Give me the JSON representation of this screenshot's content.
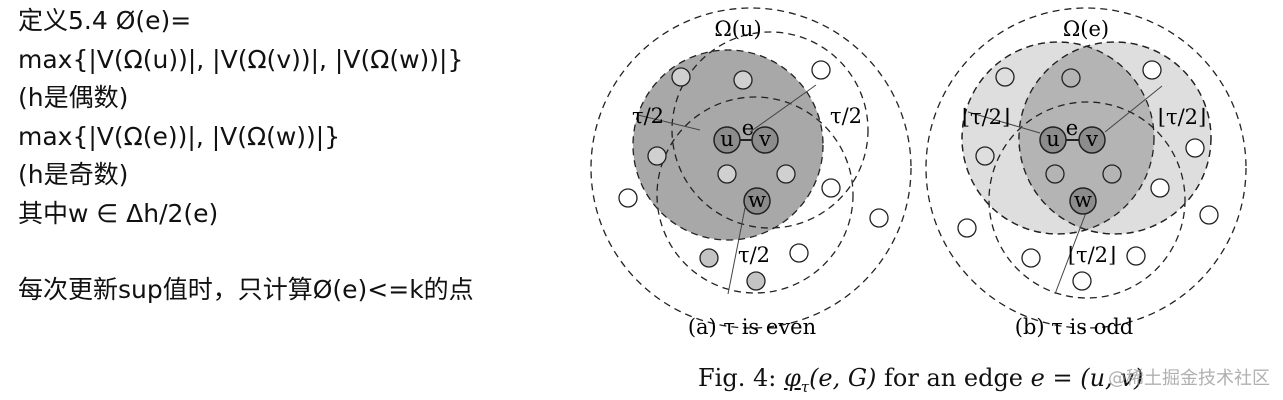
{
  "left_text": {
    "line1": "定义5.4 Ø(e)=",
    "line2": "max{|V(Ω(u))|, |V(Ω(v))|, |V(Ω(w))|}",
    "line3": "(h是偶数)",
    "line4": "max{|V(Ω(e))|, |V(Ω(w))|}",
    "line5": "(h是奇数)",
    "line6": "其中w ∈ Δh/2(e)",
    "line7": "每次更新sup值时，只计算Ø(e)<=k的点"
  },
  "figure": {
    "panel_a": {
      "region_label": "Ω(u)",
      "node_u": "u",
      "node_v": "v",
      "node_w": "w",
      "edge_label": "e",
      "tau_label_1": "τ/2",
      "tau_label_2": "τ/2",
      "tau_label_3": "τ/2",
      "caption": "(a) τ is even"
    },
    "panel_b": {
      "region_label": "Ω(e)",
      "node_u": "u",
      "node_v": "v",
      "node_w": "w",
      "edge_label": "e",
      "tau_label_1": "⌊τ/2⌋",
      "tau_label_2": "⌊τ/2⌋",
      "tau_label_3": "⌊τ/2⌋",
      "caption": "(b) τ is odd"
    },
    "caption": {
      "prefix": "Fig. 4: ",
      "phi": "φ",
      "phi_sub": "τ",
      "args": "(e, G)",
      "middle": " for an edge ",
      "edge": "e = (u, v)"
    }
  },
  "watermark": "@稀土掘金技术社区",
  "colors": {
    "gray_dark": "#a8a8a8",
    "gray_mid": "#c9c9c9",
    "gray_light": "#dedede"
  }
}
